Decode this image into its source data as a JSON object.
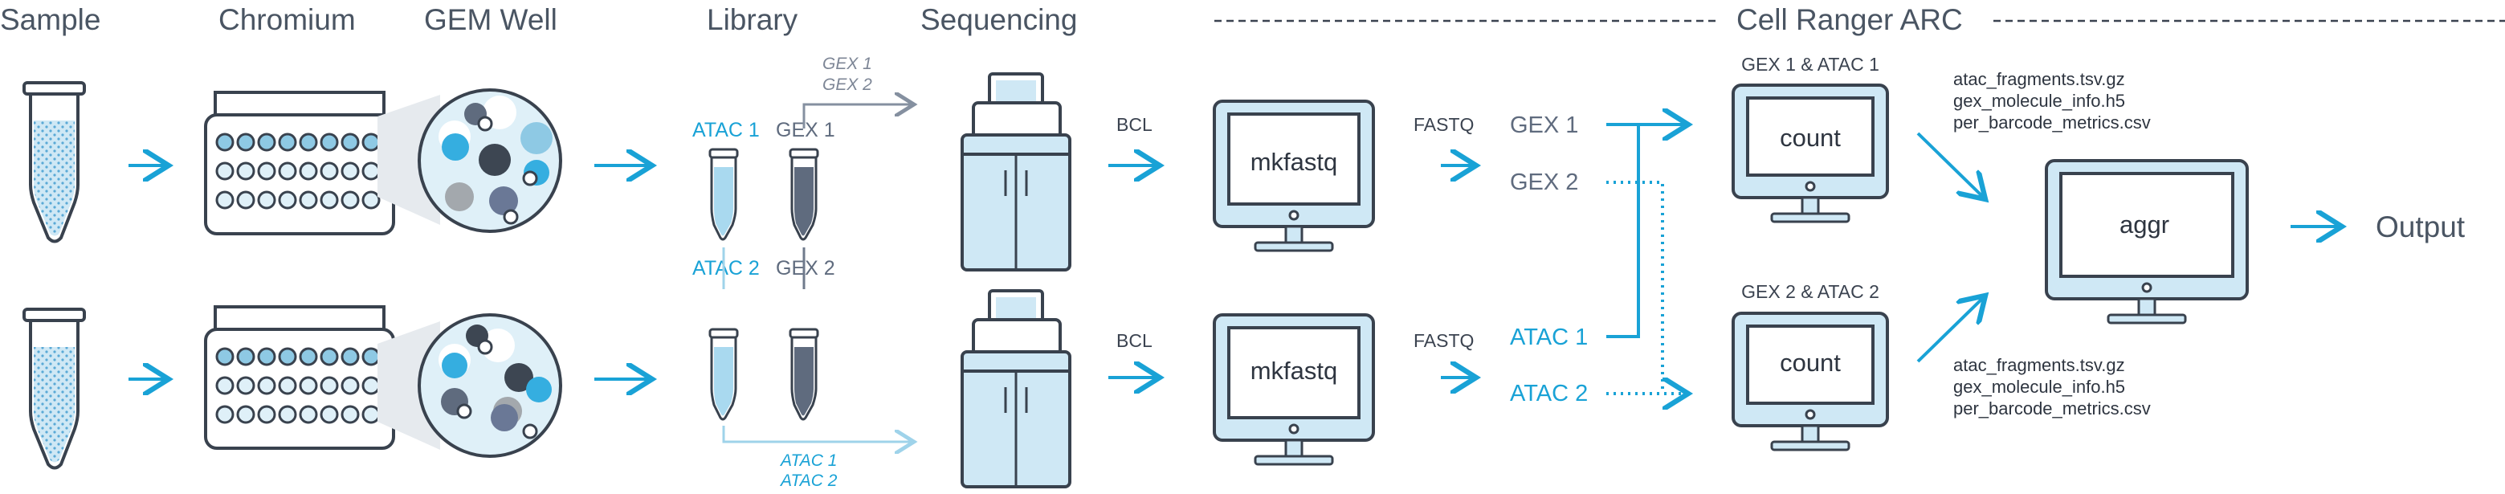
{
  "headers": {
    "sample": "Sample",
    "chromium": "Chromium",
    "gem_well": "GEM Well",
    "library": "Library",
    "sequencing": "Sequencing",
    "cellranger": "Cell Ranger ARC"
  },
  "library": {
    "top_atac": "ATAC 1",
    "top_gex": "GEX 1",
    "bottom_atac": "ATAC 2",
    "bottom_gex": "GEX 2",
    "top_route_1": "GEX 1",
    "top_route_2": "GEX 2",
    "bottom_route_1": "ATAC 1",
    "bottom_route_2": "ATAC 2"
  },
  "bcl_top": "BCL",
  "bcl_bottom": "BCL",
  "mkfastq_top": "mkfastq",
  "mkfastq_bottom": "mkfastq",
  "fastq_top": "FASTQ",
  "fastq_bottom": "FASTQ",
  "streams": {
    "gex1": "GEX 1",
    "gex2": "GEX 2",
    "atac1": "ATAC 1",
    "atac2": "ATAC 2"
  },
  "count_top": {
    "title": "GEX 1 & ATAC 1",
    "label": "count",
    "files": [
      "atac_fragments.tsv.gz",
      "gex_molecule_info.h5",
      "per_barcode_metrics.csv"
    ]
  },
  "count_bottom": {
    "title": "GEX 2 & ATAC 2",
    "label": "count",
    "files": [
      "atac_fragments.tsv.gz",
      "gex_molecule_info.h5",
      "per_barcode_metrics.csv"
    ]
  },
  "aggr_label": "aggr",
  "output_label": "Output",
  "colors": {
    "blue": "#19a2d6",
    "light_blue": "#c9e7f5",
    "light_blue_fill": "#cfe8f5",
    "grey": "#5f6b7e",
    "dark": "#39424e",
    "gray_text": "#4a5563"
  }
}
